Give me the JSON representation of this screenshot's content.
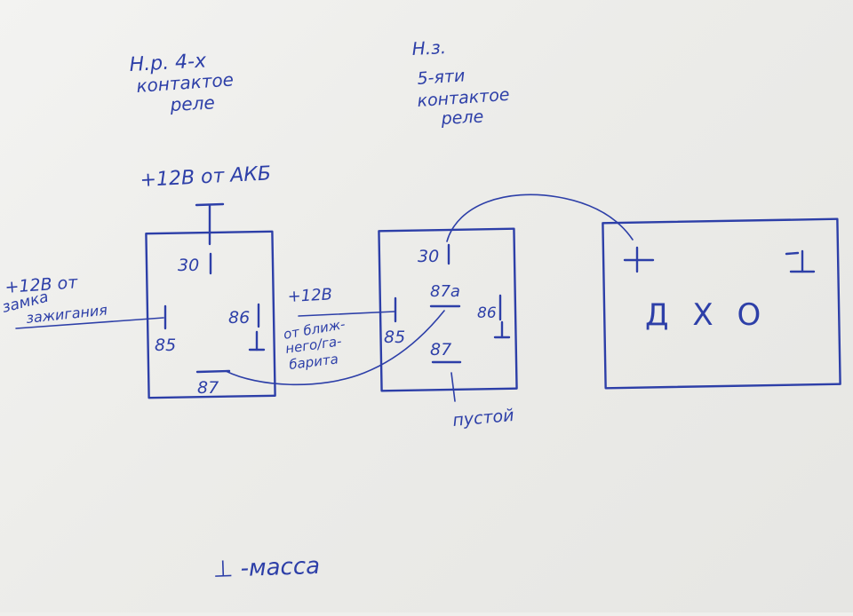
{
  "relay_4pin": {
    "title": "Н.р. 4-х",
    "subtitle_1": "контактое",
    "subtitle_2": "реле",
    "pins": {
      "p30": "30",
      "p85": "85",
      "p86": "86",
      "p87": "87"
    }
  },
  "relay_5pin": {
    "title": "Н.з.",
    "subtitle_1": "5-яти",
    "subtitle_2": "контактое",
    "subtitle_3": "реле",
    "pins": {
      "p30": "30",
      "p85": "85",
      "p86": "86",
      "p87": "87",
      "p87a": "87а"
    }
  },
  "drl": {
    "label": "Д Х О",
    "plus": "+",
    "ground": "⊥"
  },
  "labels": {
    "battery": "+12В от АКБ",
    "ignition_1": "+12В от",
    "ignition_2": "замка",
    "ignition_3": "зажигания",
    "low_beam_1": "+12В",
    "low_beam_2": "от ближ-",
    "low_beam_3": "него/га-",
    "low_beam_4": "барита",
    "empty": "пустой",
    "legend": "⊥ -масса"
  }
}
